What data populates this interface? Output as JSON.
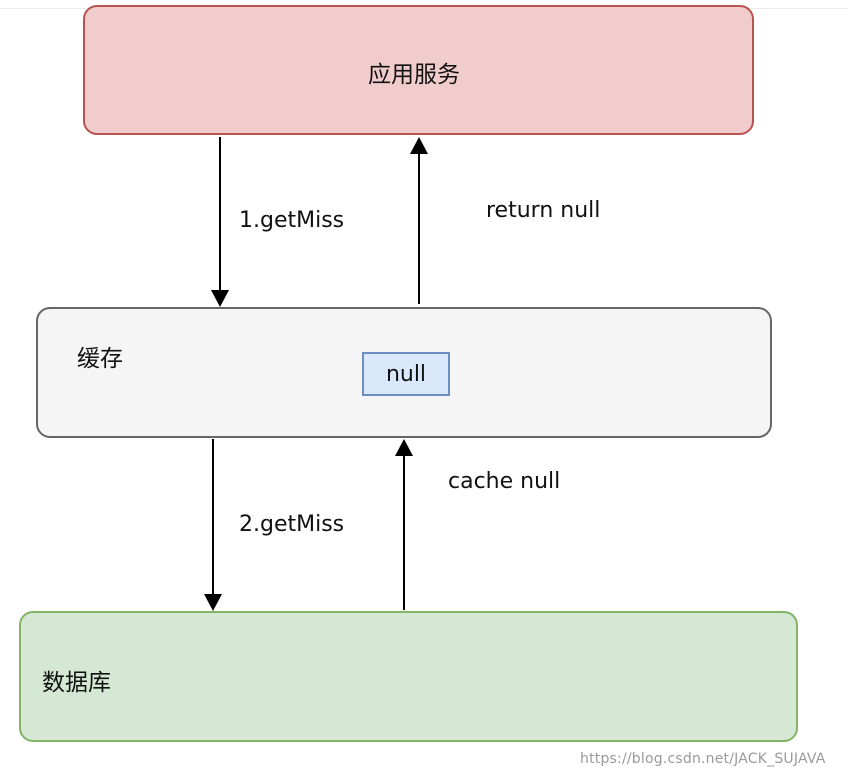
{
  "nodes": {
    "app_service": "应用服务",
    "cache": "缓存",
    "cache_value": "null",
    "database": "数据库"
  },
  "edges": {
    "app_to_cache": "1.getMiss",
    "cache_to_app": "return null",
    "cache_to_db": "2.getMiss",
    "db_to_cache": "cache null"
  },
  "colors": {
    "app_fill": "#f1cccc",
    "app_stroke": "#b85450",
    "cache_fill": "#f5f5f5",
    "cache_stroke": "#666666",
    "value_fill": "#dae8fc",
    "value_stroke": "#6c8ebf",
    "db_fill": "#d5e8d4",
    "db_stroke": "#82b366"
  },
  "watermark": "https://blog.csdn.net/JACK_SUJAVA"
}
